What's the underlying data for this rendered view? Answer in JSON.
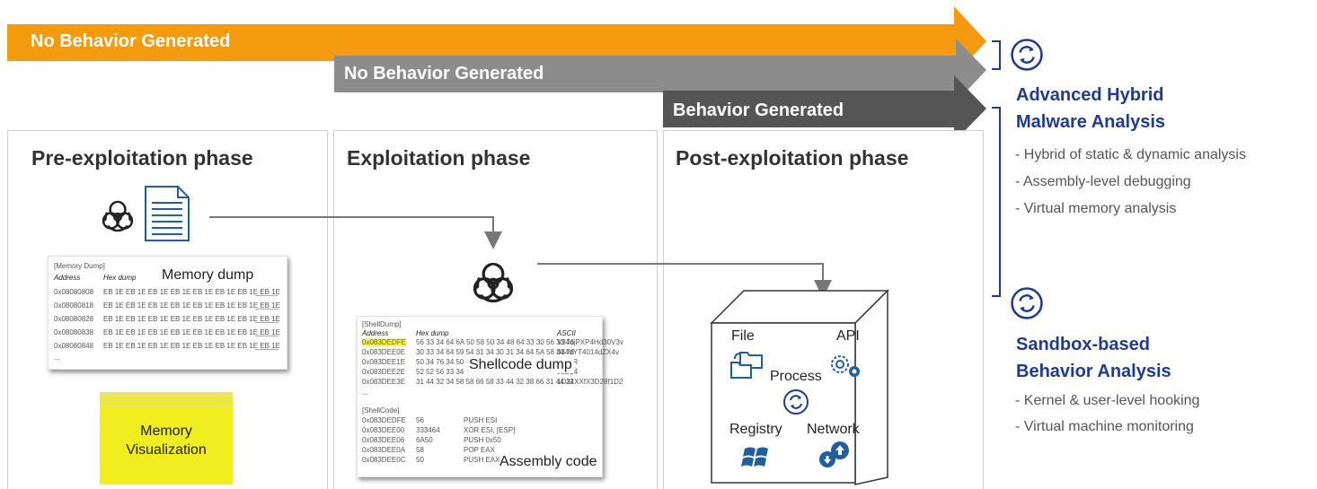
{
  "arrows": [
    {
      "label": "No Behavior Generated",
      "color": "#f39a0f"
    },
    {
      "label": "No Behavior Generated",
      "color": "#8c8c8c"
    },
    {
      "label": "Behavior Generated",
      "color": "#555555"
    }
  ],
  "panels": {
    "pre": {
      "title": "Pre-exploitation phase"
    },
    "exploit": {
      "title": "Exploitation phase"
    },
    "post": {
      "title": "Post-exploitation phase"
    }
  },
  "memory_dump": {
    "header": "[Memory Dump]",
    "col_address": "Address",
    "col_hex": "Hex dump",
    "label": "Memory dump",
    "rows": [
      {
        "addr": "0x08080808",
        "hex": "EB 1E EB 1E EB 1E EB 1E EB 1E EB 1E EB 1E EB 1E"
      },
      {
        "addr": "0x08080818",
        "hex": "EB 1E EB 1E EB 1E EB 1E EB 1E EB 1E EB 1E EB 1E"
      },
      {
        "addr": "0x08080828",
        "hex": "EB 1E EB 1E EB 1E EB 1E EB 1E EB 1E EB 1E EB 1E"
      },
      {
        "addr": "0x08080838",
        "hex": "EB 1E EB 1E EB 1E EB 1E EB 1E EB 1E EB 1E EB 1E"
      },
      {
        "addr": "0x08080848",
        "hex": "EB 1E EB 1E EB 1E EB 1E EB 1E EB 1E EB 1E EB 1E"
      }
    ],
    "ellipsis": "..."
  },
  "memory_visualization": {
    "line1": "Memory",
    "line2": "Visualization"
  },
  "shell_dump": {
    "header": "[ShellDump]",
    "col_address": "Address",
    "col_hex": "Hex dump",
    "col_ascii": "ASCII",
    "label": "Shellcode dump",
    "rows": [
      {
        "addr": "0x083DEDFE",
        "hex": "56 33 34 64 6A 50 58 50 34 48 64 33 30 56 33 76",
        "ascii": "V34djPXP4Hd30V3v"
      },
      {
        "addr": "0x083DEE0E",
        "hex": "30 33 34 64 59 54 31 34 30 31 34 64 5A 58 34 76",
        "ascii": "034dYT4014dZX4v"
      },
      {
        "addr": "0x083DEE1E",
        "hex": "50 34 76 34 50",
        "ascii": "IX5PR"
      },
      {
        "addr": "0x083DEE2E",
        "hex": "52 52 56 33 34",
        "ascii": "J3D24"
      },
      {
        "addr": "0x083DEE3E",
        "hex": "31 44 32 34 58 58 66 58 33 44 32 38 66 31 44 32",
        "ascii": "1D24XXfX3D28f1D2"
      }
    ],
    "ellipsis": "...",
    "code_header": "[ShellCode]",
    "code_label": "Assembly code",
    "code_rows": [
      {
        "addr": "0x083DEDFE",
        "bytes": "56",
        "instr": "PUSH ESI"
      },
      {
        "addr": "0x083DEE00",
        "bytes": "333464",
        "instr": "XOR ESI, [ESP]"
      },
      {
        "addr": "0x083DEE06",
        "bytes": "6A50",
        "instr": "PUSH 0x50"
      },
      {
        "addr": "0x083DEE0A",
        "bytes": "58",
        "instr": "POP EAX"
      },
      {
        "addr": "0x083DEE0C",
        "bytes": "50",
        "instr": "PUSH EAX"
      }
    ]
  },
  "sandbox_box": {
    "file": "File",
    "api": "API",
    "process": "Process",
    "registry": "Registry",
    "network": "Network"
  },
  "hybrid": {
    "title_line1": "Advanced Hybrid",
    "title_line2": "Malware Analysis",
    "bullets": [
      "- Hybrid of static & dynamic analysis",
      "- Assembly-level debugging",
      "- Virtual memory analysis"
    ]
  },
  "sandbox": {
    "title_line1": "Sandbox-based",
    "title_line2": "Behavior Analysis",
    "bullets": [
      "- Kernel & user-level hooking",
      "- Virtual machine monitoring"
    ]
  },
  "colors": {
    "accent": "#1f3b8c",
    "highlight": "#ffff33",
    "memviz": "#f0ee1e"
  },
  "icons": [
    "biohazard-icon",
    "document-icon",
    "refresh-icon",
    "folder-sync-icon",
    "gears-icon",
    "windows-logo-icon",
    "network-icon"
  ]
}
